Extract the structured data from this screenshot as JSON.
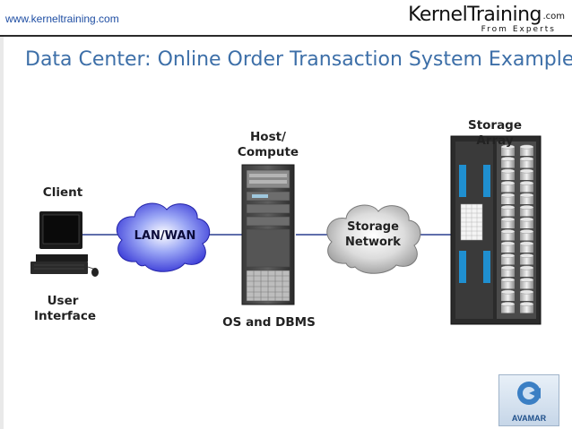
{
  "header": {
    "url": "www.kerneltraining.com",
    "logo_main": "KernelTraining",
    "logo_suffix": ".com",
    "logo_tagline": "From Experts"
  },
  "title": "Data Center: Online Order Transaction System Example",
  "nodes": {
    "client_label": "Client",
    "user_interface_line1": "User",
    "user_interface_line2": "Interface",
    "lan_wan": "LAN/WAN",
    "host_line1": "Host/",
    "host_line2": "Compute",
    "os_dbms": "OS and DBMS",
    "storage_network_line1": "Storage",
    "storage_network_line2": "Network",
    "storage_array": "Storage Array"
  },
  "colors": {
    "title": "#3d6fa8",
    "lan_cloud": "#3f3fd8",
    "storage_cloud": "#b8b8b8",
    "connector": "#2a3f8f",
    "rack_dark": "#2b2b2b",
    "array_accent": "#1f8fd0"
  },
  "badge": {
    "text": "AVAMAR"
  }
}
